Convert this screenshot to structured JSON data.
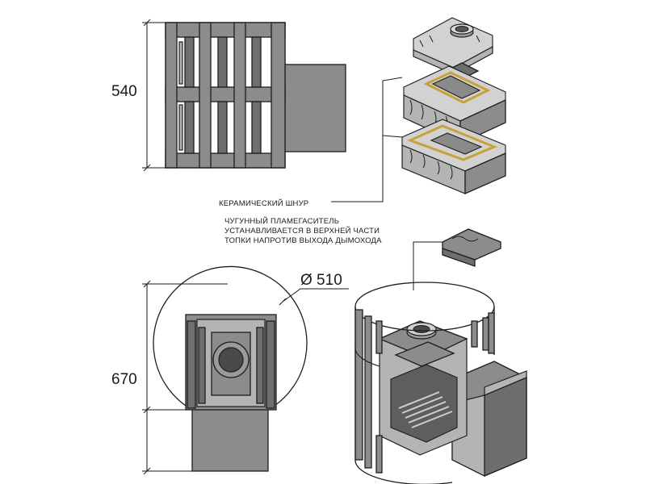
{
  "dimensions": {
    "height_side": "540",
    "height_front": "670",
    "diameter": "Ø 510"
  },
  "callouts": {
    "ceramic_cord": "КЕРАМИЧЕСКИЙ ШНУР",
    "flame_arrester": [
      "ЧУГУННЫЙ ПЛАМЕГАСИТЕЛЬ",
      "УСТАНАВЛИВАЕТСЯ В ВЕРХНЕЙ ЧАСТИ",
      "ТОПКИ НАПРОТИВ ВЫХОДА ДЫМОХОДА"
    ]
  },
  "colors": {
    "metal": "#8c8c8c",
    "outline": "#1e1e1e",
    "cord": "#c9a13a"
  }
}
